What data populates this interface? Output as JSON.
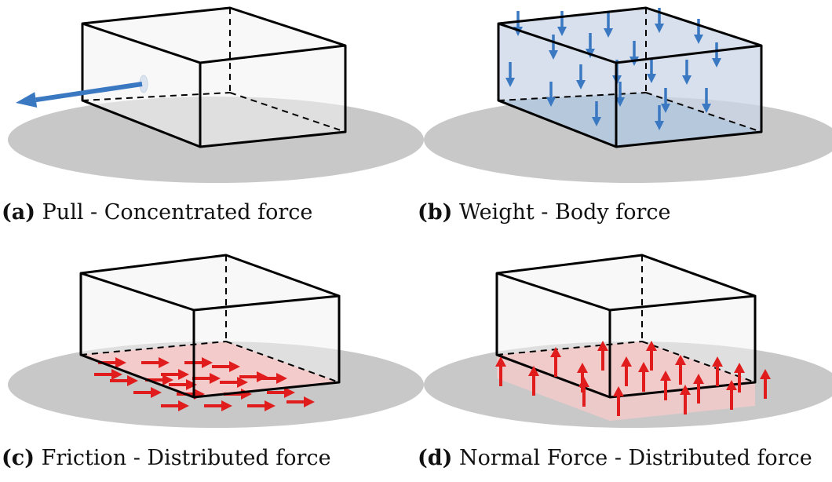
{
  "panels": [
    {
      "tag": "(a)",
      "label": "Pull - Concentrated force"
    },
    {
      "tag": "(b)",
      "label": "Weight - Body force"
    },
    {
      "tag": "(c)",
      "label": "Friction - Distributed force"
    },
    {
      "tag": "(d)",
      "label": "Normal Force - Distributed force"
    }
  ],
  "colors": {
    "ground": "#c8c8c8",
    "box_face": "#f2f2f2",
    "edge": "#000000",
    "pull_arrow": "#3a78c2",
    "weight_arrow": "#3a78c2",
    "weight_tint": "#c9d6e6",
    "friction_arrow": "#e01c1c",
    "friction_tint": "#f3c9c9",
    "normal_arrow": "#e01c1c",
    "normal_tint": "#f1caca"
  }
}
